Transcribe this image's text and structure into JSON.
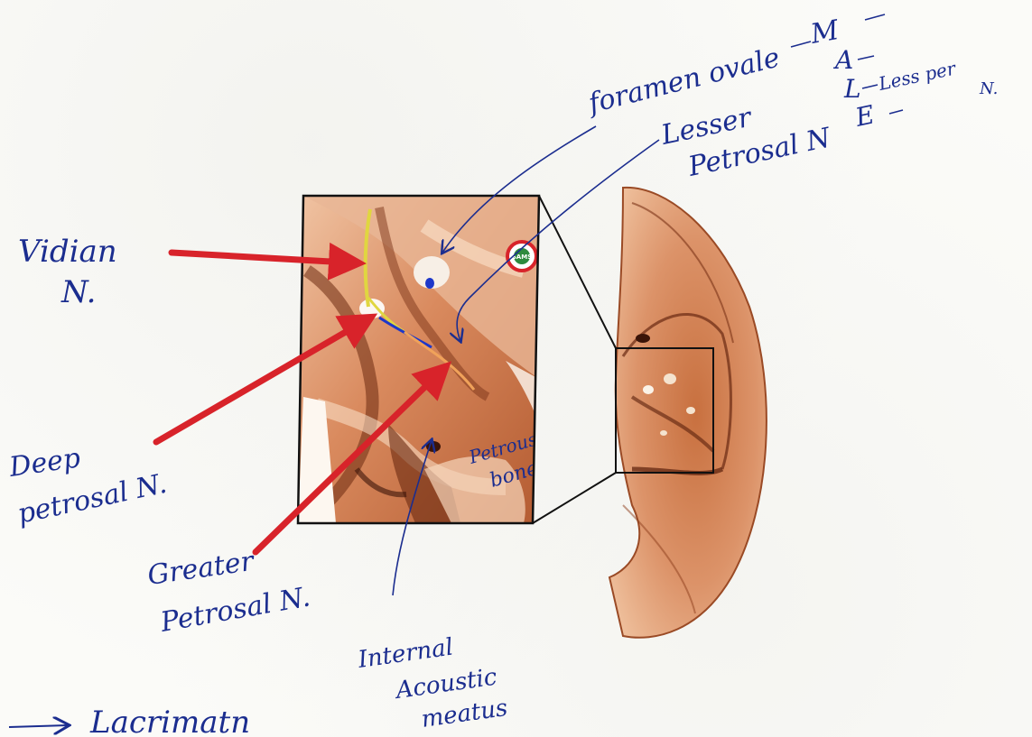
{
  "labels": {
    "vidian_line1": "Vidian",
    "vidian_line2": "N.",
    "deep_line1": "Deep",
    "deep_line2": "petrosal N.",
    "greater_line1": "Greater",
    "greater_line2": "Petrosal N.",
    "internal_line1": "Internal",
    "internal_line2": "Acoustic",
    "internal_line3": "meatus",
    "petrous_line1": "Petrous",
    "petrous_line2": "bone",
    "foramen_ovale": "foramen ovale",
    "mnemonic_m": "M",
    "mnemonic_a": "A",
    "mnemonic_l": "L",
    "mnemonic_e": "E",
    "lesser_line1": "Lesser",
    "lesser_line2": "Petrosal N",
    "lesser_abbrev_line1": "Less per",
    "lesser_abbrev_line2": "N.",
    "lacrimation": "Lacrimatn",
    "logo_text": "SAMS"
  },
  "colors": {
    "ink_blue": "#1b2d8f",
    "arrow_red": "#d8232a",
    "bone_light": "#e9b796",
    "bone_dark": "#8c3b1c",
    "nerve_yellow": "#e0d640"
  }
}
